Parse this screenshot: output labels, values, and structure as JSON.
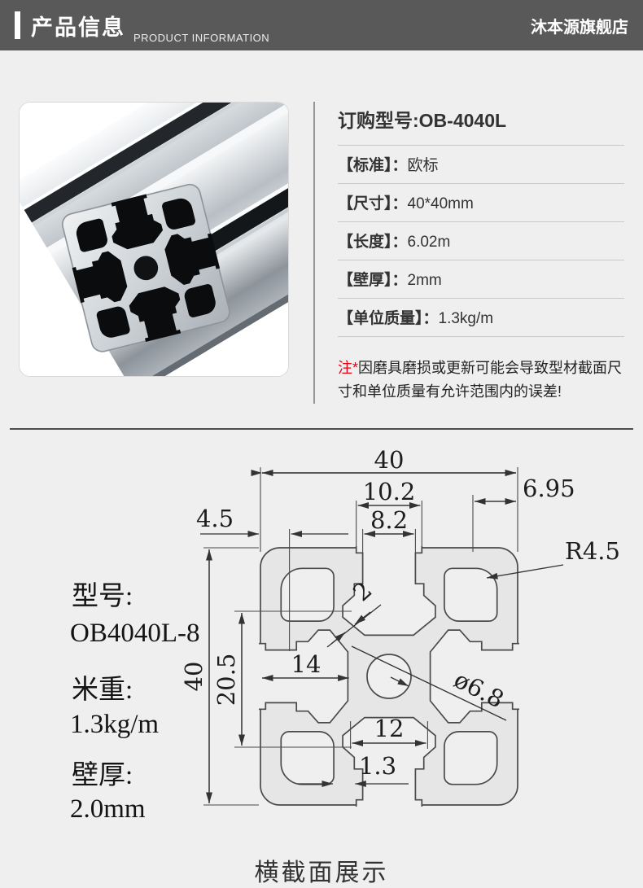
{
  "header": {
    "title": "产品信息",
    "subtitle": "PRODUCT INFORMATION",
    "store": "沐本源旗舰店",
    "bg_color": "#595959"
  },
  "order": {
    "model_title": "订购型号:OB-4040L"
  },
  "specs": [
    {
      "label": "【标准】：",
      "value": "欧标"
    },
    {
      "label": "【尺寸】：",
      "value": "40*40mm"
    },
    {
      "label": "【长度】：",
      "value": "6.02m"
    },
    {
      "label": "【壁厚】：",
      "value": "2mm"
    },
    {
      "label": "【单位质量】：",
      "value": "1.3kg/m"
    }
  ],
  "note": {
    "prefix": "注*",
    "text": "因磨具磨损或更新可能会导致型材截面尺寸和单位质量有允许范围内的误差!"
  },
  "drawing": {
    "side_labels": {
      "model_label": "型号:",
      "model_value": "OB4040L-8",
      "meter_weight_label": "米重:",
      "meter_weight_value": "1.3kg/m",
      "wall_label": "壁厚:",
      "wall_value": "2.0mm"
    },
    "dims": {
      "width_top": "40",
      "slot_outer": "10.2",
      "slot_opening": "8.2",
      "corner_offset": "6.95",
      "edge_step": "4.5",
      "corner_radius": "R4.5",
      "wall_thickness": "2",
      "core_offset": "14",
      "cavity_span": "20.5",
      "height_left": "40",
      "center_hole": "ø6.8",
      "core_width": "12",
      "lip_wall": "1.3"
    },
    "caption": "横截面展示",
    "line_color": "#4a4a4a",
    "profile_fill": "#e6e6e6"
  }
}
